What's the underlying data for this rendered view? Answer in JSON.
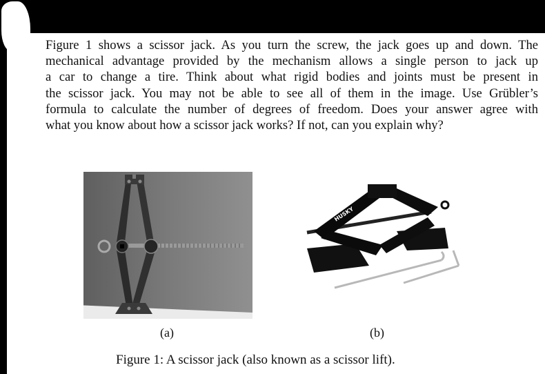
{
  "problem_text": {
    "lines": [
      "Figure 1 shows a scissor jack. As you turn the screw, the jack goes up and down. The",
      "mechanical advantage provided by the mechanism allows a single person to jack up",
      "a car to change a tire. Think about what rigid bodies and joints must be present in",
      "the scissor jack. You may not be able to see all of them in the image. Use Grübler’s",
      "formula to calculate the number of degrees of freedom. Does your answer agree with",
      "what you know about how a scissor jack works? If not, can you explain why?"
    ]
  },
  "figure": {
    "subfigures": [
      {
        "label": "(a)",
        "description": "grayscale photo of an extended scissor jack with horizontal threaded screw"
      },
      {
        "label": "(b)",
        "description": "black Husky scissor jack with base plates and crank handle",
        "brand_text": "HUSKY"
      }
    ],
    "caption": "Figure 1: A scissor jack (also known as a scissor lift)."
  }
}
